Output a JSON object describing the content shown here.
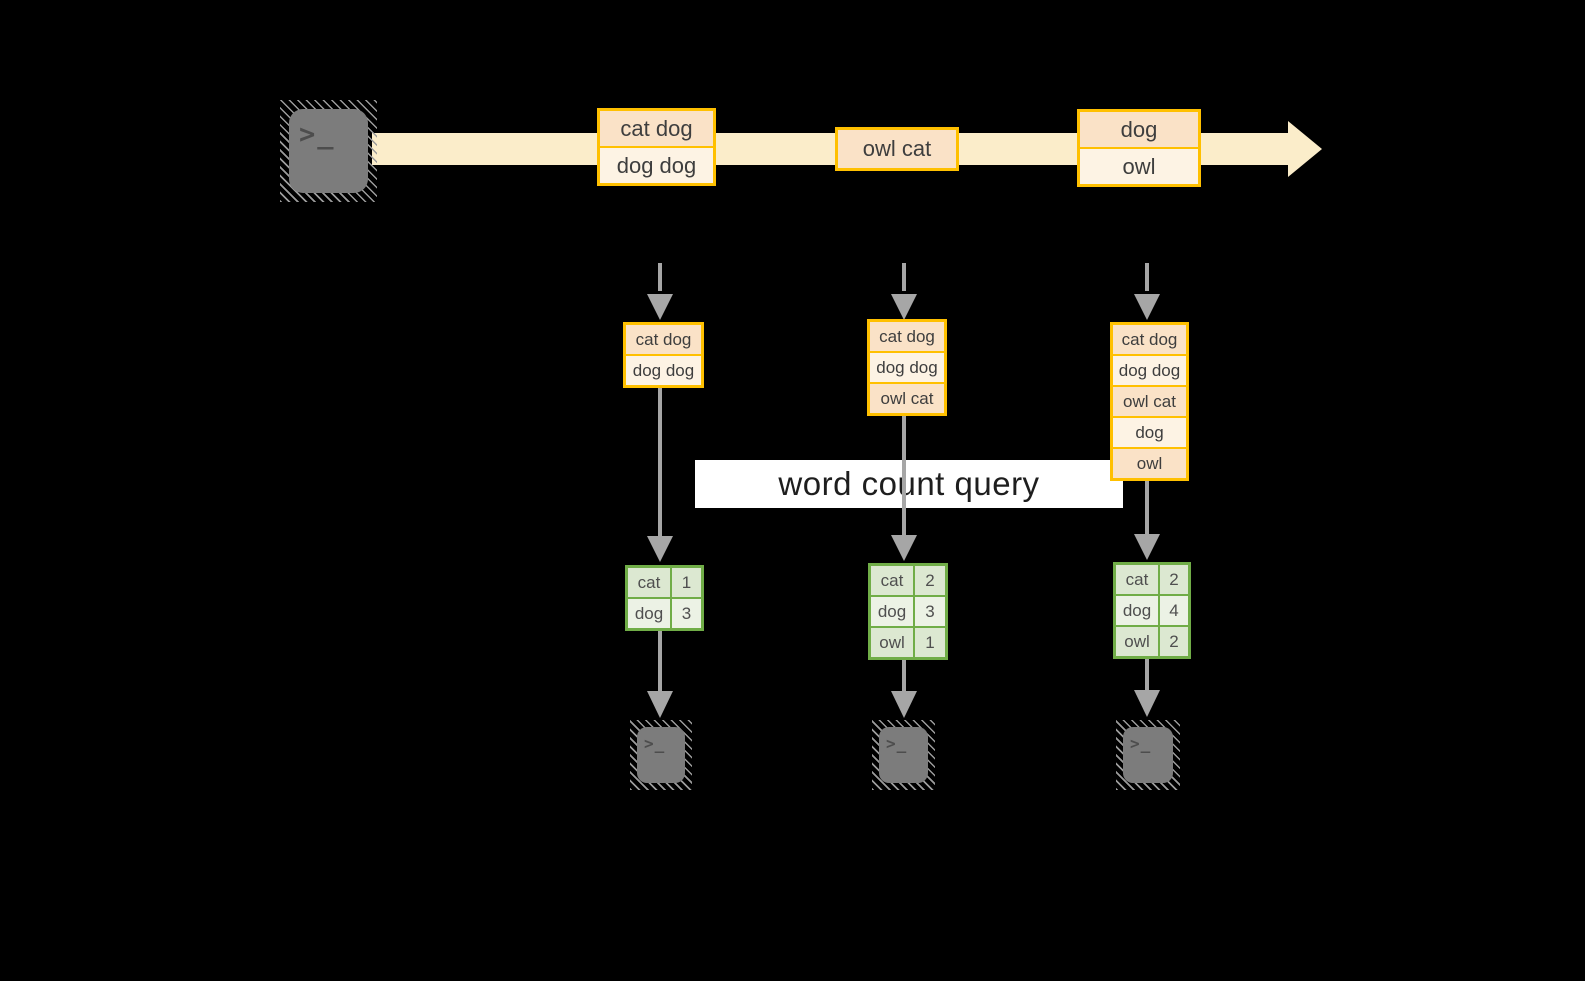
{
  "query_label": "word count query",
  "terminal_prompt": ">_",
  "colors": {
    "background": "#000000",
    "stream_band": "#FBEDCA",
    "record_border": "#FFC000",
    "record_fill_dark": "#FAE2C7",
    "record_fill_light": "#FDF3E4",
    "result_border": "#70AD47",
    "result_fill_dark": "#DCE8D1",
    "result_fill_light": "#ECF2E5",
    "arrow_gray": "#A6A6A6"
  },
  "stream": {
    "batches": [
      {
        "rows": [
          "cat dog",
          "dog dog"
        ]
      },
      {
        "rows": [
          "owl cat"
        ]
      },
      {
        "rows": [
          "dog",
          "owl"
        ]
      }
    ]
  },
  "states": [
    {
      "rows": [
        "cat dog",
        "dog dog"
      ]
    },
    {
      "rows": [
        "cat dog",
        "dog dog",
        "owl cat"
      ]
    },
    {
      "rows": [
        "cat dog",
        "dog dog",
        "owl cat",
        "dog",
        "owl"
      ]
    }
  ],
  "results": [
    {
      "rows": [
        [
          "cat",
          "1"
        ],
        [
          "dog",
          "3"
        ]
      ]
    },
    {
      "rows": [
        [
          "cat",
          "2"
        ],
        [
          "dog",
          "3"
        ],
        [
          "owl",
          "1"
        ]
      ]
    },
    {
      "rows": [
        [
          "cat",
          "2"
        ],
        [
          "dog",
          "4"
        ],
        [
          "owl",
          "2"
        ]
      ]
    }
  ]
}
